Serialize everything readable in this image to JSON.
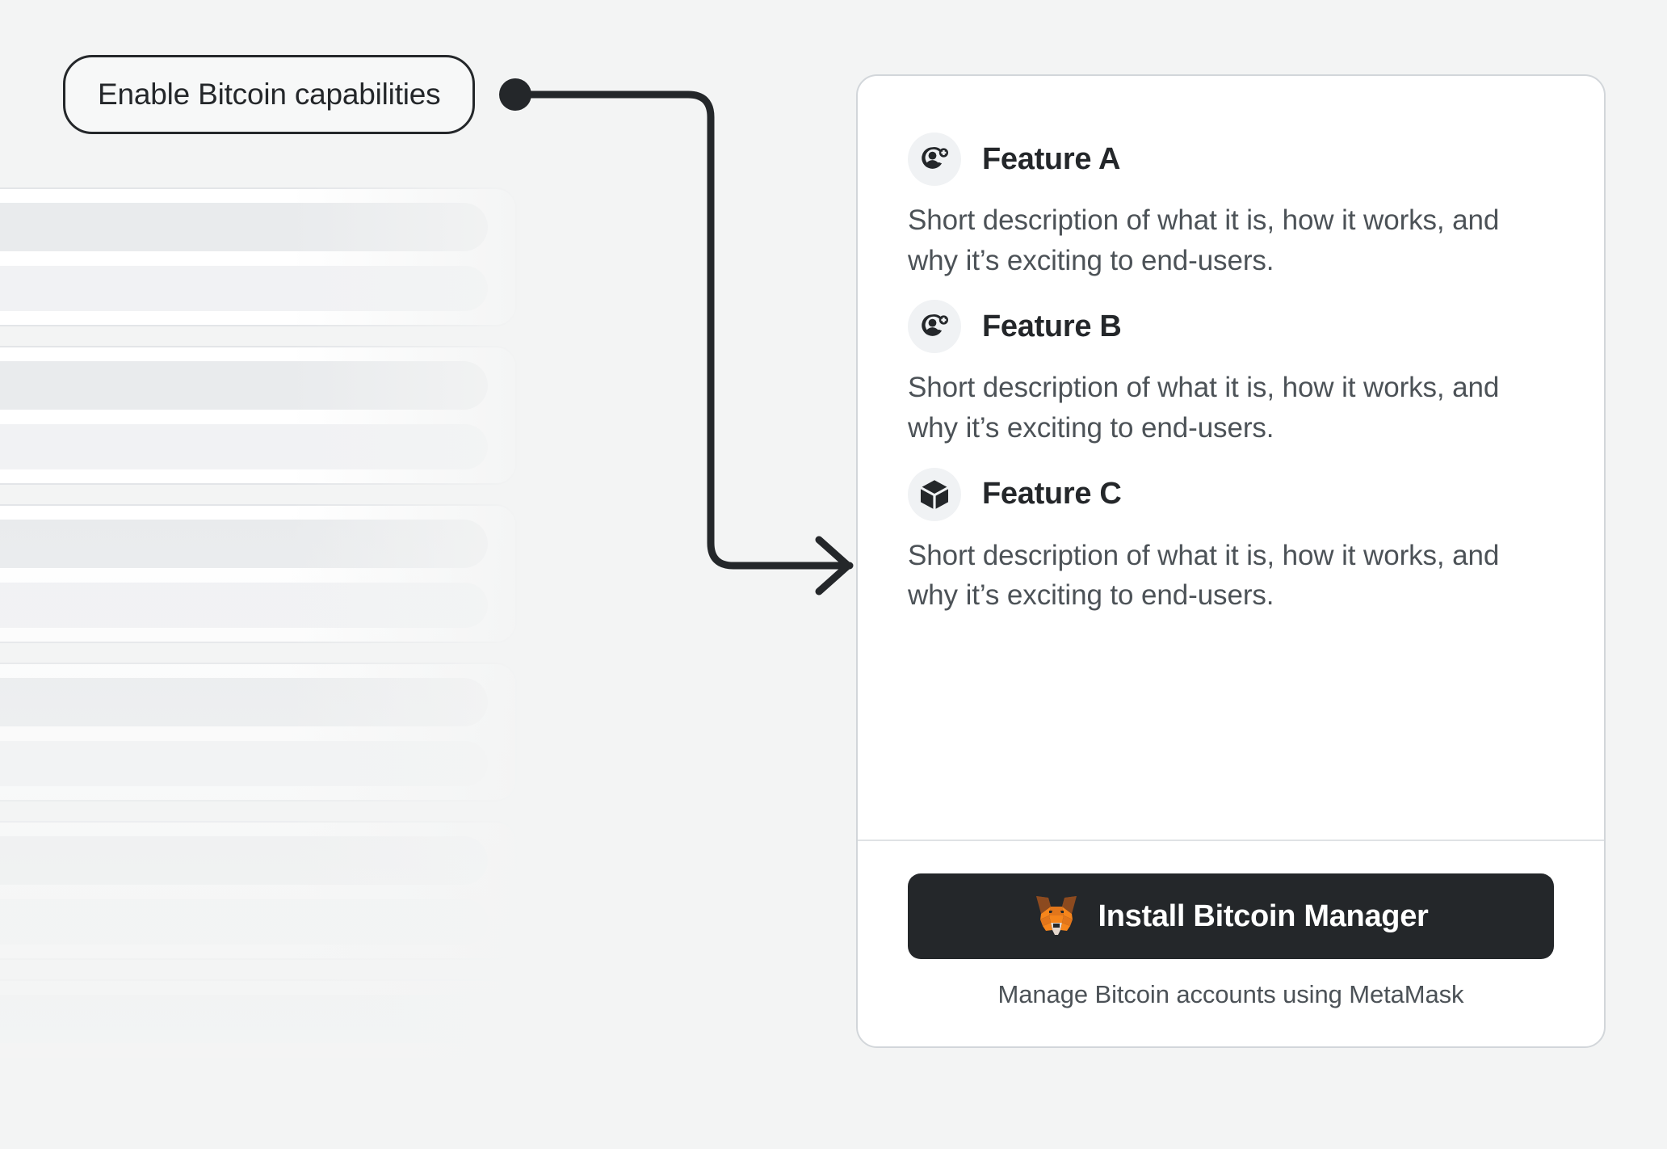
{
  "annotation": {
    "label": "Enable Bitcoin capabilities",
    "connector_icon": "arrow-right-icon",
    "dot_icon": "connector-dot-icon"
  },
  "colors": {
    "page_background": "#f3f4f4",
    "card_background": "#ffffff",
    "card_border": "#d2d6da",
    "text_primary": "#24272a",
    "text_secondary": "#4c5257",
    "icon_badge_background": "#f0f2f4",
    "button_background": "#24272a",
    "button_text": "#ffffff",
    "divider": "#dfe2e5",
    "fox_orange": "#f6851b",
    "fox_orange_dark": "#e2761b",
    "fox_brown": "#8c4a1f",
    "fox_muzzle": "#e4d7cd"
  },
  "card": {
    "features": [
      {
        "icon": "add-account-icon",
        "title": "Feature A",
        "description": "Short description of what it is, how it works, and why it’s exciting to end-users."
      },
      {
        "icon": "add-account-icon",
        "title": "Feature B",
        "description": "Short description of what it is, how it works, and why it’s exciting to end-users."
      },
      {
        "icon": "cube-icon",
        "title": "Feature C",
        "description": "Short description of what it is, how it works, and why it’s exciting to end-users."
      }
    ],
    "footer": {
      "install_button_label": "Install Bitcoin Manager",
      "install_button_icon": "metamask-fox-icon",
      "caption": "Manage Bitcoin accounts using MetaMask"
    }
  },
  "skeleton": {
    "cards": [
      {
        "label": "skeleton-card-1"
      },
      {
        "label": "skeleton-card-2"
      },
      {
        "label": "skeleton-card-3"
      },
      {
        "label": "skeleton-card-4"
      },
      {
        "label": "skeleton-card-5"
      },
      {
        "label": "skeleton-card-6"
      }
    ]
  }
}
